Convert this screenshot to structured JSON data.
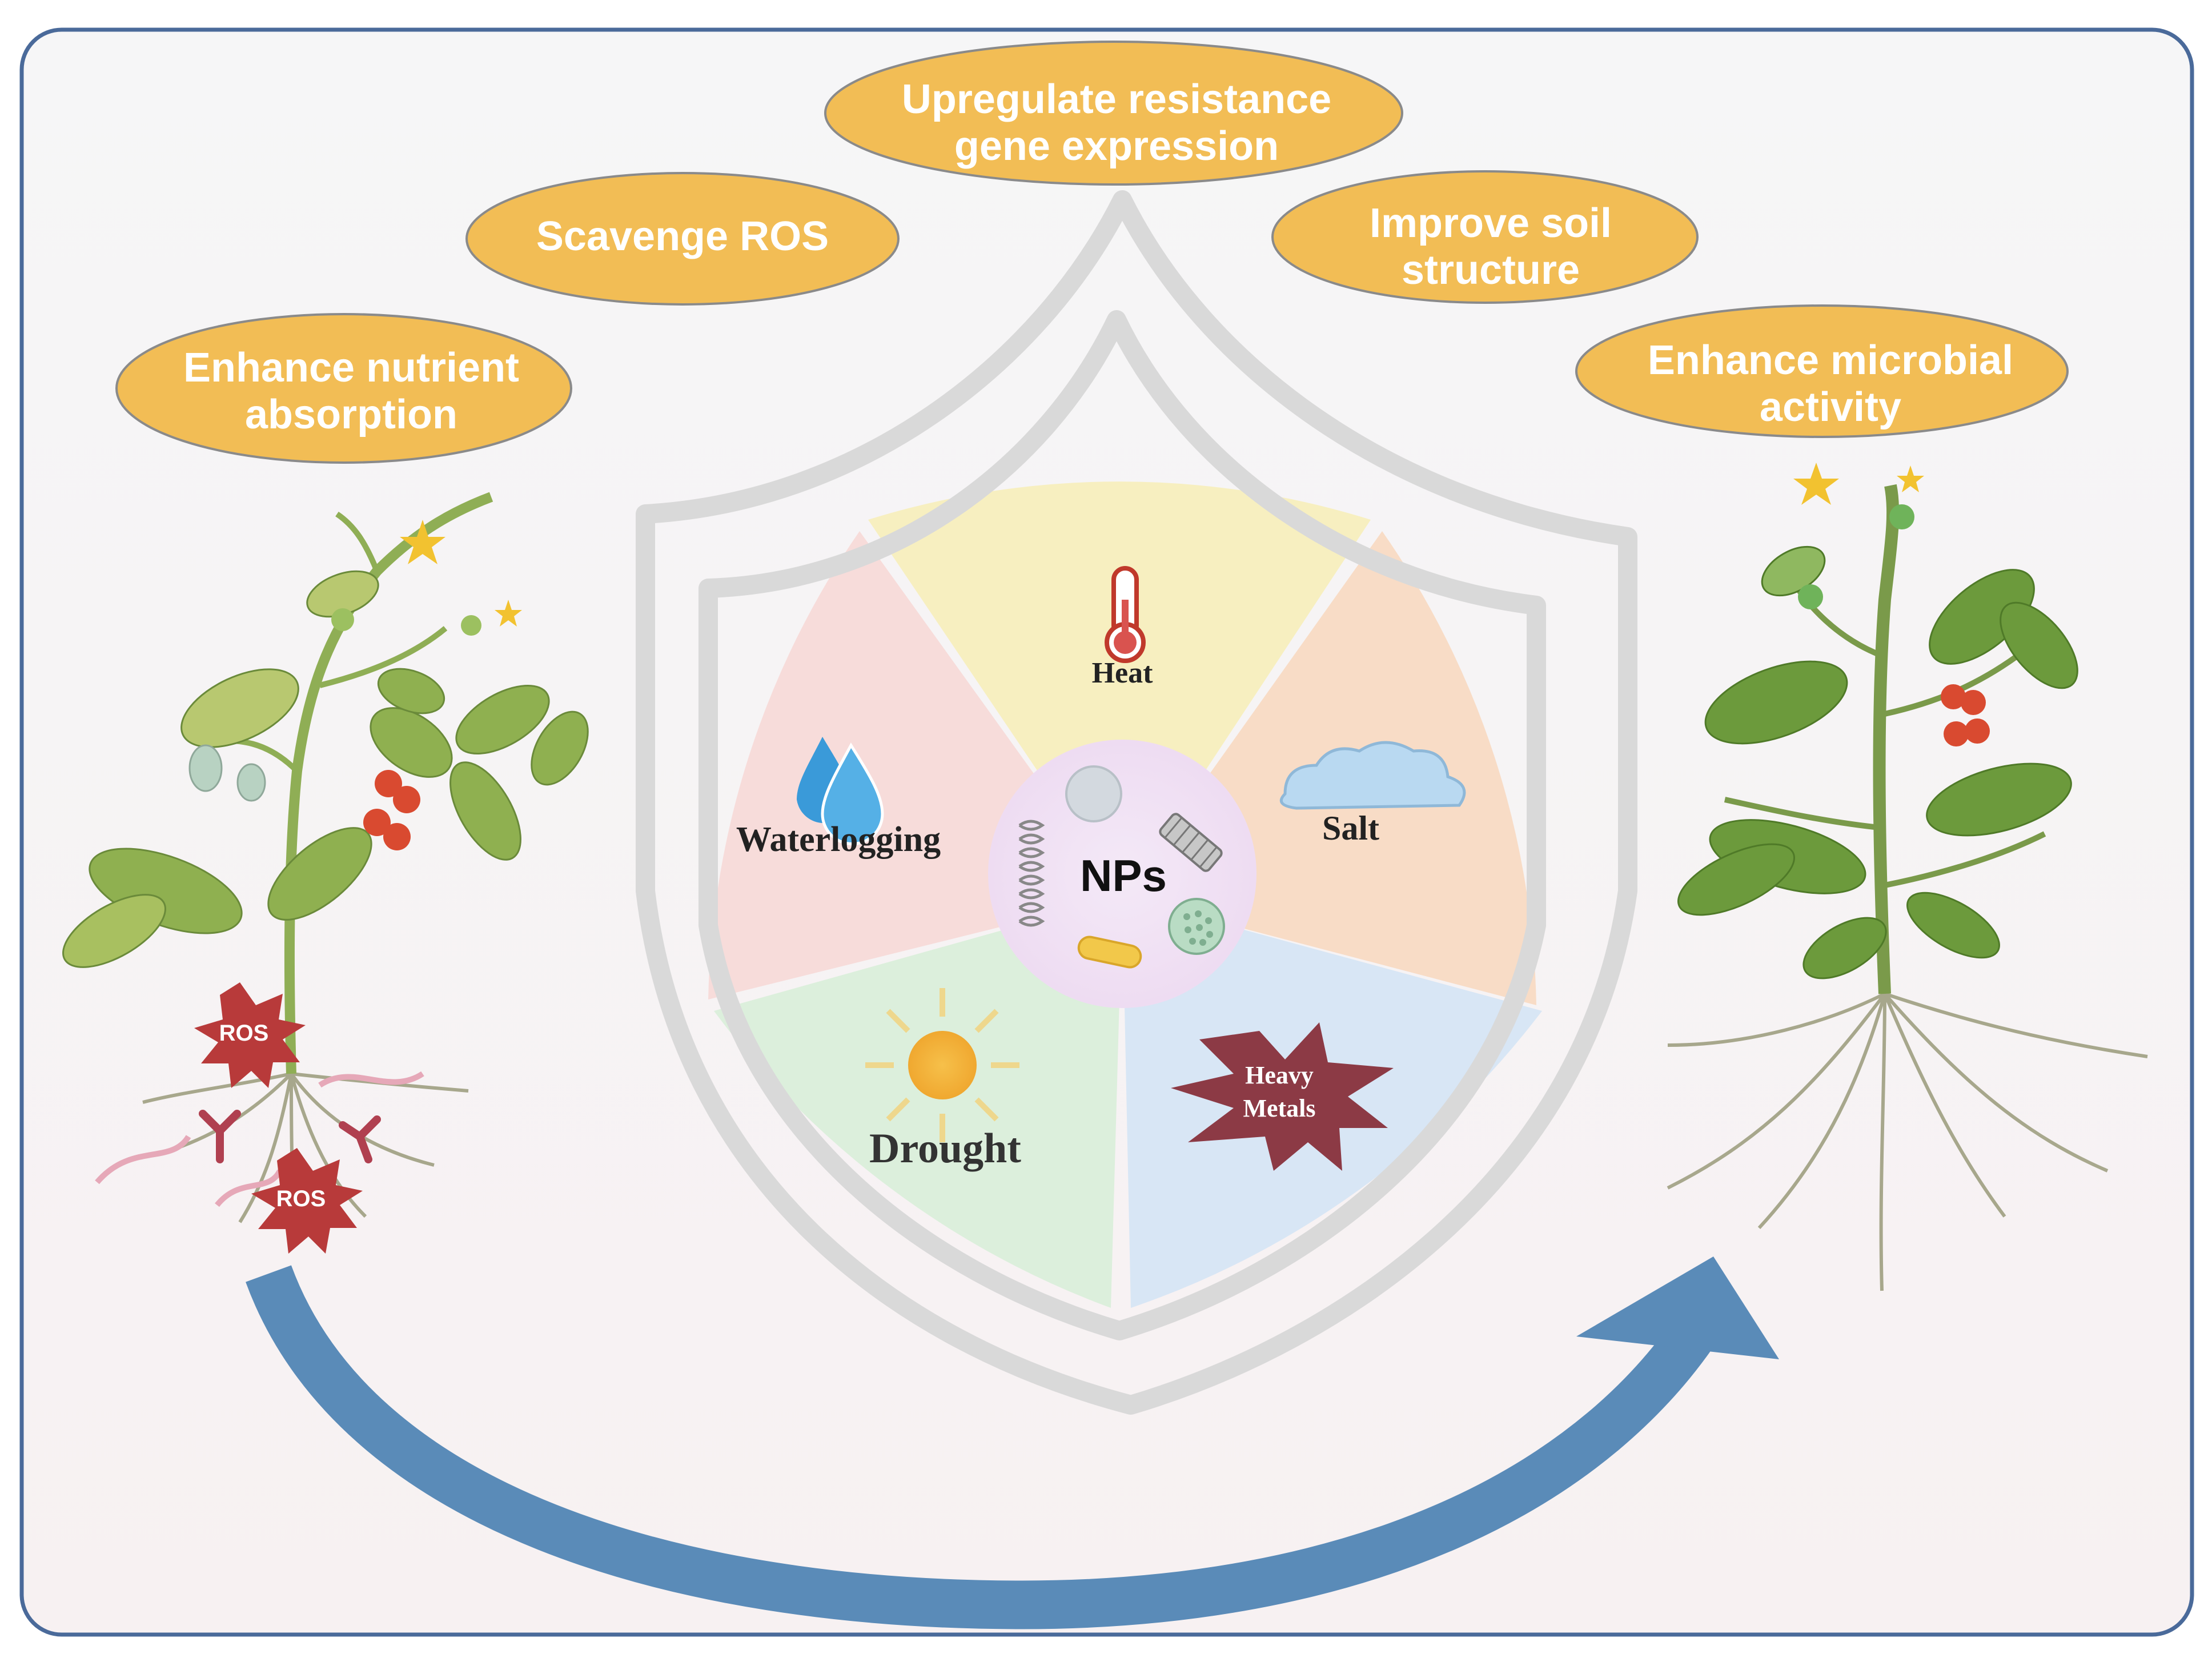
{
  "benefits": [
    {
      "id": "enhance-nutrient-absorption",
      "lines": [
        "Enhance nutrient",
        "absorption"
      ]
    },
    {
      "id": "scavenge-ros",
      "lines": [
        "Scavenge ROS"
      ]
    },
    {
      "id": "upregulate-resistance",
      "lines": [
        "Upregulate resistance",
        "gene expression"
      ]
    },
    {
      "id": "improve-soil",
      "lines": [
        "Improve soil",
        "structure"
      ]
    },
    {
      "id": "enhance-microbial",
      "lines": [
        "Enhance microbial",
        "activity"
      ]
    }
  ],
  "stresses": {
    "heat": "Heat",
    "salt": "Salt",
    "waterlogging": "Waterlogging",
    "drought": "Drought",
    "heavy_metals_1": "Heavy",
    "heavy_metals_2": "Metals"
  },
  "center_label": "NPs",
  "ros_label": "ROS",
  "colors": {
    "benefit_fill": "#f2bd55",
    "benefit_text": "#ffffff",
    "arrow": "#5a8bb8",
    "ros_star": "#b83a3a",
    "heavy_metal_star": "#8c3a45",
    "heat_sector": "#f7efc0",
    "salt_sector": "#f8dcc6",
    "metals_sector": "#d8e6f5",
    "drought_sector": "#dcefdc",
    "waterlogging_sector": "#f7dcda",
    "leaf": "#7aa04a",
    "tomato": "#d94a30"
  },
  "icons": [
    "thermometer-icon",
    "cloud-icon",
    "water-drops-icon",
    "sun-icon",
    "star-burst-icon",
    "nanoparticle-icon",
    "shield-icon",
    "curved-arrow-icon"
  ]
}
